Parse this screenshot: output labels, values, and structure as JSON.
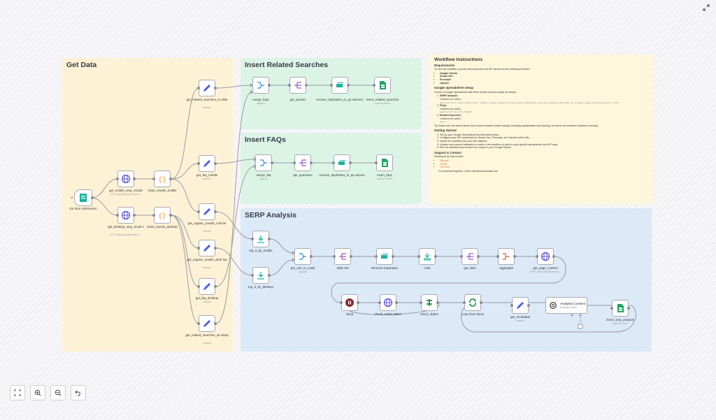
{
  "groups": {
    "get_data": "Get Data",
    "insert_related": "Insert Related Searches",
    "insert_faqs": "Insert FAQs",
    "serp_analysis": "SERP Analysis"
  },
  "nodes": {
    "form": {
      "label": "On form submission"
    },
    "get_mobile": {
      "label": "get_mobile_serp_results",
      "sub": "GET: https://google.serper.d..."
    },
    "get_desktop": {
      "label": "get_desktop_serp_result s",
      "sub": "GET: https://google.serper.d..."
    },
    "clean_mobile": {
      "label": "clean_results_mobile"
    },
    "clean_desktop": {
      "label": "clean_results_desktop"
    },
    "rel_mobile": {
      "label": "get_related_searches_m obile",
      "sub": "manual"
    },
    "faq_mobile": {
      "label": "get_faq_mobile",
      "sub": "manual"
    },
    "org_mobile": {
      "label": "get_organic_results_mob ile",
      "sub": "manual"
    },
    "org_desktop": {
      "label": "get_organic_results_desk top",
      "sub": "manual"
    },
    "faq_desktop": {
      "label": "get_faq_desktop",
      "sub": "manual"
    },
    "rel_desktop": {
      "label": "get_related_searches_de sktop",
      "sub": "manual"
    },
    "merge_faq1": {
      "label": "merge_faq1",
      "sub": "append"
    },
    "get_queries": {
      "label": "get_queries"
    },
    "rem_dup1": {
      "label": "remove_duplicates_in_qu estions1"
    },
    "ins_related": {
      "label": "insert_related_searches",
      "sub": "append: sheet"
    },
    "merge_faq": {
      "label": "merge_faq",
      "sub": "append"
    },
    "get_questions": {
      "label": "get_questions"
    },
    "rem_dup": {
      "label": "remove_duplicates_in_qu estions"
    },
    "ins_faqs": {
      "label": "insert_faqs",
      "sub": "append: sheet"
    },
    "top3_mobile": {
      "label": "top_3_by_mobile"
    },
    "top3_desktop": {
      "label": "top_3_by_desktop"
    },
    "urls_crawl": {
      "label": "get_urls_to_crawl",
      "sub": "append"
    },
    "split_out": {
      "label": "Split Out"
    },
    "rem_dup2": {
      "label": "Remove Duplicates"
    },
    "limit": {
      "label": "Limit"
    },
    "get_links": {
      "label": "get_links"
    },
    "aggregate": {
      "label": "Aggregate"
    },
    "get_page": {
      "label": "get_page_content",
      "sub": "POST: https://api.firecrawl.d..."
    },
    "sleep": {
      "label": "sleep"
    },
    "check_crawl": {
      "label": "check_crawl_status"
    },
    "check_status": {
      "label": "check_status"
    },
    "loop": {
      "label": "Loop Over Items"
    },
    "metadata": {
      "label": "get_metadatal",
      "sub": "manual"
    },
    "analysis": {
      "label": "Analysis Content",
      "sub": "Message Model"
    },
    "ins_serp": {
      "label": "insert_serp_analysis",
      "sub": "append: sheet"
    }
  },
  "notes": {
    "title": "Workflow Instructions",
    "requirements_h": "Requirements",
    "requirements_p": "To use this workflow, you will need accounts and API access for the following services:",
    "services": [
      "Google Sheets",
      "Serper Dev",
      "Firecrawl",
      "OpenAI"
    ],
    "sheet_h": "Google Spreadsheet Setup",
    "sheet_p": "Create a Google Spreadsheet with three sheets named exactly as follows:",
    "sheet1": "SERP Analysis",
    "sheet1_cols": "Columns (in order):",
    "sheet1_mono": "position,title,link,snippet,short_summary,primary_keyword,focus_keyword_evaluation,long_tail_keywords,entities,ctr_triggers,page_structure,search_intent",
    "sheet2": "FAQs",
    "sheet2_cols": "Columns (in order):",
    "sheet2_mono": "question,title,link,snippet",
    "sheet3": "Related Searches",
    "sheet3_cols": "Columns (in order):",
    "sheet3_mono": "query",
    "tip": "Tip: Make sure the sheet names and column headers match exactly, including capitalization and spacing, to ensure the workflow functions correctly.",
    "start_h": "Getting Started",
    "steps": [
      "Set up your Google Spreadsheet as described above.",
      "Configure your API credentials for Serper Dev, Firecrawl, and OpenAI within n8n.",
      "Import the workflow into your n8n instance.",
      "Update any required variables or nodes in the workflow to point to your specific spreadsheet and API keys.",
      "Run the workflow and monitor the results in your Google Sheets."
    ],
    "support_h": "Support & Contact",
    "dev_by": "Developed by Marvomatic",
    "links": [
      "Website",
      "TikTok",
      "YouTube"
    ],
    "business": "For business inquiries, email: hello@marvomatic.com"
  },
  "controls": {
    "fit": "fit-view",
    "zoom_in": "zoom-in",
    "zoom_out": "zoom-out",
    "reset": "reset-zoom"
  },
  "colors": {
    "get_data_bg": "#fdf2d6",
    "green_bg": "#dcf4e6",
    "blue_bg": "#dce9f7",
    "notes_bg": "#fff7dc",
    "accent": "#ff6d5a"
  }
}
